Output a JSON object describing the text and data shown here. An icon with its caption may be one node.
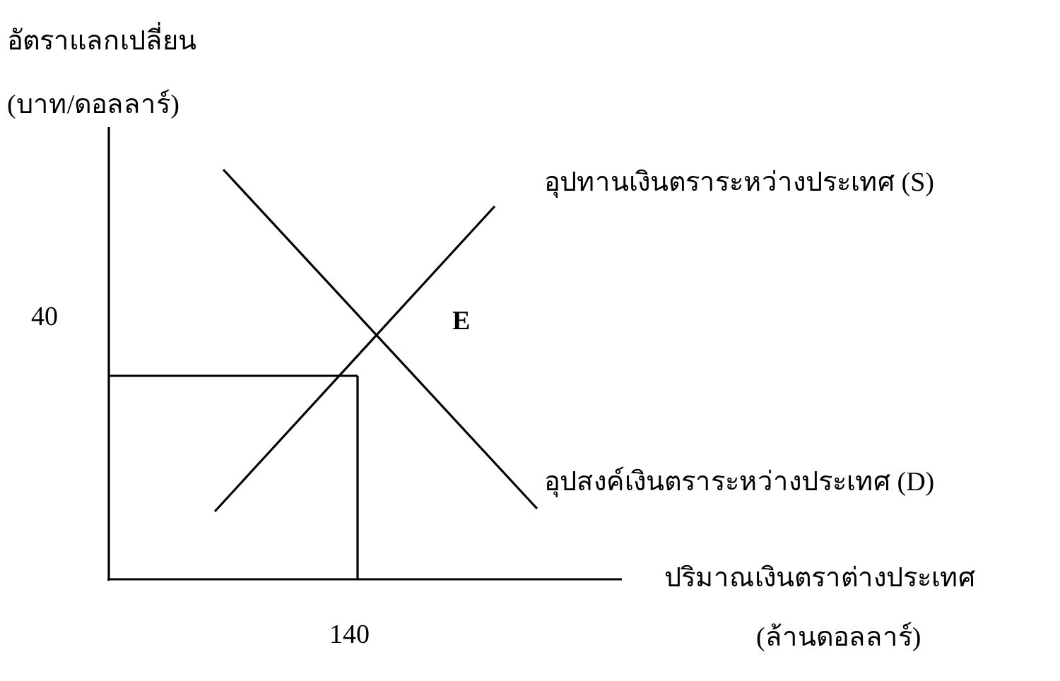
{
  "diagram": {
    "labels": [
      "อัตราแลกเปลี่ยน",
      "(บาท/ดอลลาร์)",
      "อุปทานเงินตราระหว่างประเทศ (S)",
      "40",
      "E",
      "อุปสงค์เงินตราระหว่างประเทศ (D)",
      "ปริมาณเงินตราต่างประเทศ",
      "(ล้านดอลลาร์)",
      "140"
    ]
  }
}
